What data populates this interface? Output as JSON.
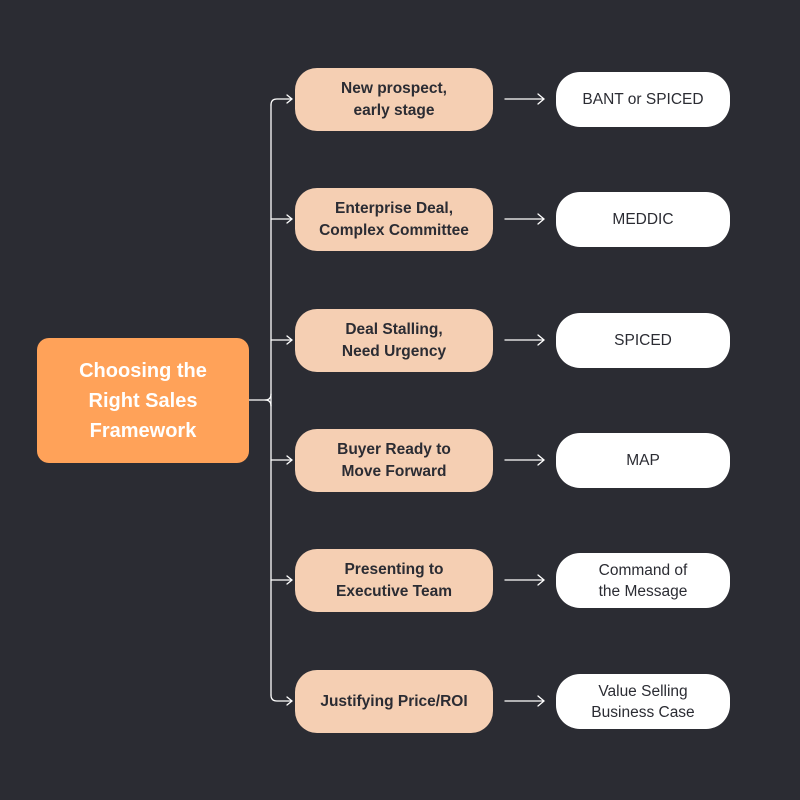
{
  "colors": {
    "background": "#2b2c33",
    "root_fill": "#ffa259",
    "scenario_fill": "#f5cfb3",
    "framework_fill": "#ffffff",
    "connector": "#ffffff"
  },
  "root": {
    "label": "Choosing the\nRight Sales\nFramework"
  },
  "rows": [
    {
      "scenario": "New prospect,\nearly stage",
      "framework": "BANT or SPICED"
    },
    {
      "scenario": "Enterprise Deal,\nComplex Committee",
      "framework": "MEDDIC"
    },
    {
      "scenario": "Deal Stalling,\nNeed Urgency",
      "framework": "SPICED"
    },
    {
      "scenario": "Buyer Ready to\nMove Forward",
      "framework": "MAP"
    },
    {
      "scenario": "Presenting to\nExecutive Team",
      "framework": "Command of\nthe Message"
    },
    {
      "scenario": "Justifying Price/ROI",
      "framework": "Value Selling\nBusiness Case"
    }
  ]
}
